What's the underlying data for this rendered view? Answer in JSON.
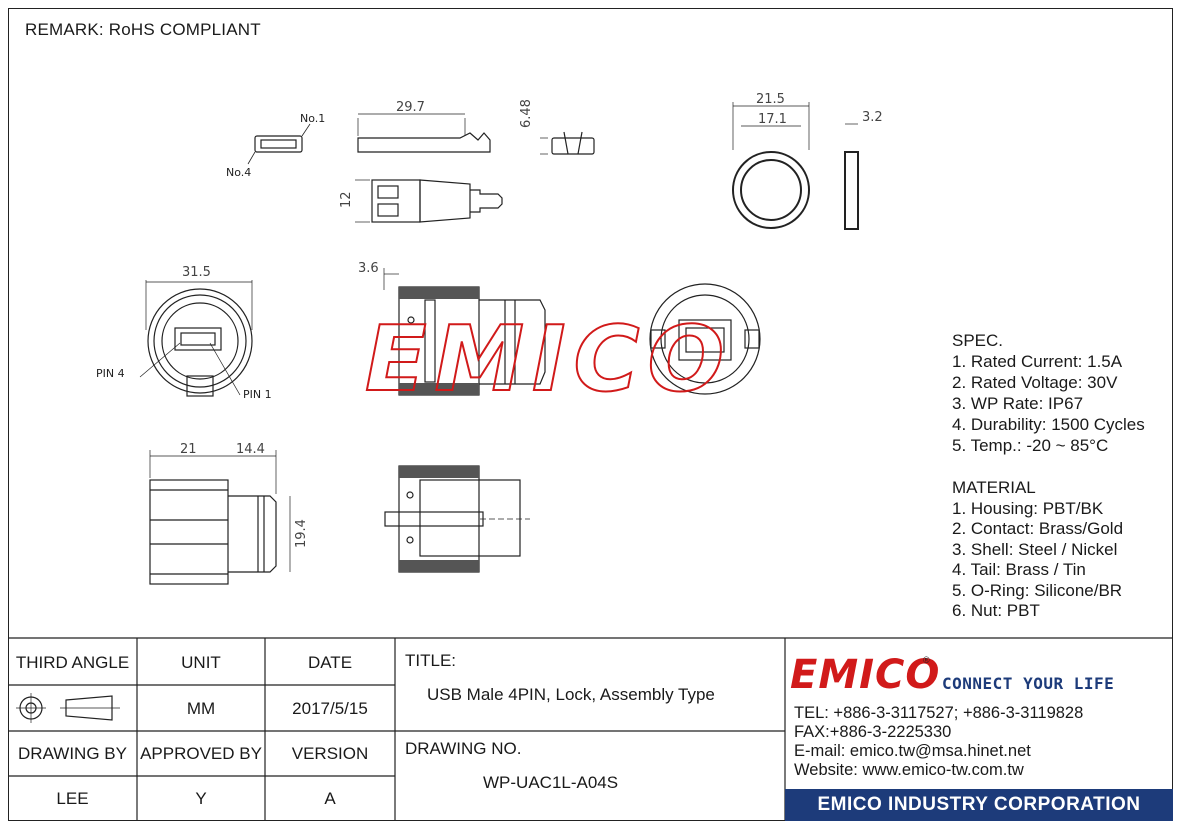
{
  "remark": "REMARK: RoHS COMPLIANT",
  "drawing_labels": {
    "no1": "No.1",
    "no4": "No.4",
    "pin4": "PIN 4",
    "pin1": "PIN 1",
    "watermark": "EMICO"
  },
  "dimensions": {
    "d29_7": "29.7",
    "d6_48": "6.48",
    "d12": "12",
    "d21_5": "21.5",
    "d17_1": "17.1",
    "d3_2": "3.2",
    "d31_5": "31.5",
    "d3_6": "3.6",
    "d21": "21",
    "d14_4": "14.4",
    "d19_4": "19.4"
  },
  "spec": {
    "heading": "SPEC.",
    "items": [
      "1. Rated Current: 1.5A",
      "2. Rated Voltage: 30V",
      "3. WP Rate: IP67",
      "4. Durability: 1500 Cycles",
      "5. Temp.: -20 ~ 85°C"
    ]
  },
  "material": {
    "heading": "MATERIAL",
    "items": [
      "1. Housing: PBT/BK",
      "2. Contact: Brass/Gold",
      "3. Shell: Steel / Nickel",
      "4. Tail: Brass / Tin",
      "5. O-Ring: Silicone/BR",
      "6. Nut: PBT"
    ]
  },
  "title_block": {
    "third_angle": "THIRD ANGLE",
    "unit_label": "UNIT",
    "unit_value": "MM",
    "date_label": "DATE",
    "date_value": "2017/5/15",
    "title_label": "TITLE:",
    "title_value": "USB Male 4PIN, Lock, Assembly Type",
    "drawing_by_label": "DRAWING BY",
    "drawing_by_value": "LEE",
    "approved_by_label": "APPROVED BY",
    "approved_by_value": "Y",
    "version_label": "VERSION",
    "version_value": "A",
    "drawing_no_label": "DRAWING NO.",
    "drawing_no_value": "WP-UAC1L-A04S"
  },
  "company": {
    "logo": "EMICO",
    "tagline": "CONNECT YOUR LIFE",
    "tel": "TEL: +886-3-3117527; +886-3-3119828",
    "fax": "FAX:+886-3-2225330",
    "email": "E-mail: emico.tw@msa.hinet.net",
    "website": "Website: www.emico-tw.com.tw",
    "name": "EMICO INDUSTRY CORPORATION"
  },
  "colors": {
    "brand_red": "#d11a1a",
    "brand_blue": "#1d3b7a"
  }
}
